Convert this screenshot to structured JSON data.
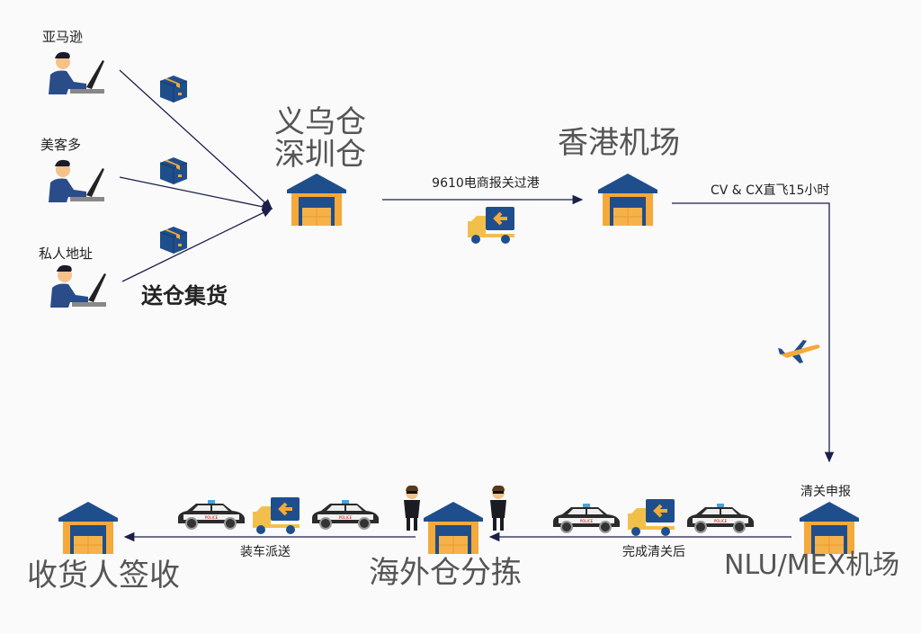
{
  "sources": [
    {
      "label": "亚马逊"
    },
    {
      "label": "美客多"
    },
    {
      "label": "私人地址"
    }
  ],
  "collect_label": "送仓集货",
  "origin_warehouse": {
    "line1": "义乌仓",
    "line2": "深圳仓"
  },
  "hk_airport": "香港机场",
  "step_customs_hk": "9610电商报关过港",
  "step_flight": "CV & CX直飞15小时",
  "declare_label": "清关申报",
  "dest_airport": "NLU/MEX机场",
  "step_after_clearance": "完成清关后",
  "overseas_warehouse": "海外仓分拣",
  "step_delivery": "装车派送",
  "receiver": "收货人签收",
  "colors": {
    "navy": "#1f4e8c",
    "orange": "#f4a93a",
    "line": "#1b1f4a"
  }
}
